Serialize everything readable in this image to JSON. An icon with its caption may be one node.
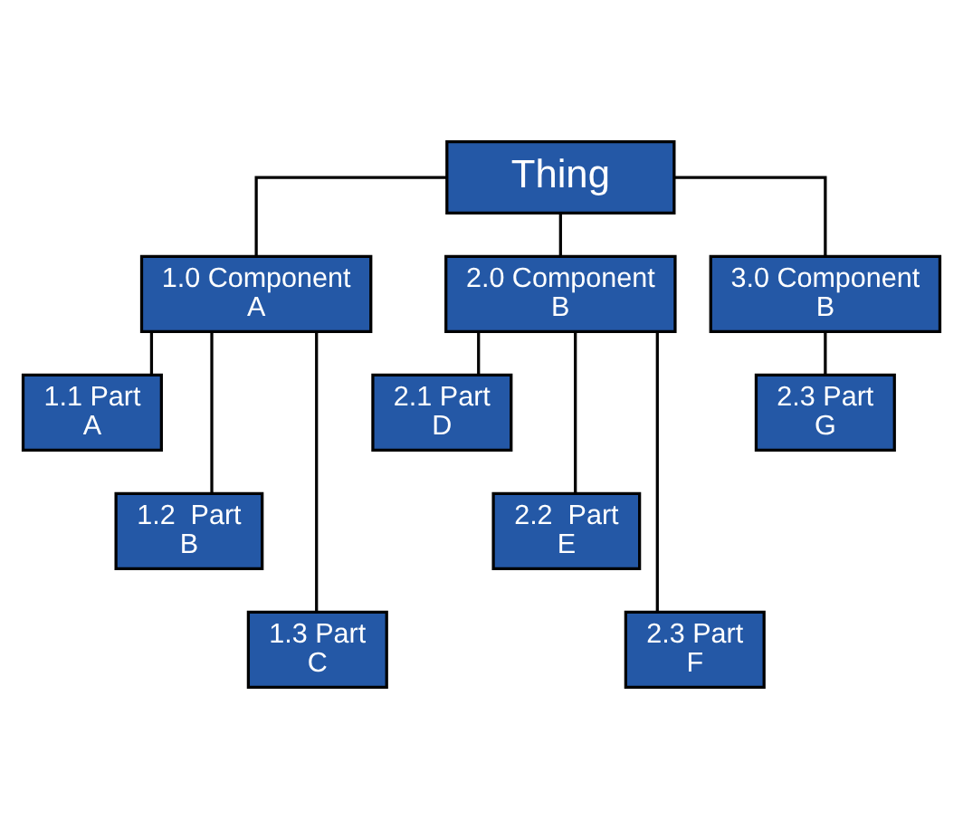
{
  "diagram": {
    "nodes": [
      {
        "text": [
          "Thing"
        ]
      },
      {
        "text": [
          "1.0 Component A"
        ]
      },
      {
        "text": [
          "2.0 Component B"
        ]
      },
      {
        "text": [
          "3.0 Component B"
        ]
      },
      {
        "text": [
          "1.1 Part A"
        ]
      },
      {
        "text": [
          "1.2  Part B"
        ]
      },
      {
        "text": [
          "1.3 Part C"
        ]
      },
      {
        "text": [
          "2.1 Part D"
        ]
      },
      {
        "text": [
          "2.2  Part E"
        ]
      },
      {
        "text": [
          "2.3 Part F"
        ]
      },
      {
        "text": [
          "2.3 Part G"
        ]
      }
    ],
    "edges": [
      {
        "from": 0,
        "to": 1,
        "arrow": "none"
      },
      {
        "from": 0,
        "to": 2,
        "arrow": "none"
      },
      {
        "from": 0,
        "to": 3,
        "arrow": "none"
      },
      {
        "from": 1,
        "to": 4,
        "arrow": "none"
      },
      {
        "from": 1,
        "to": 5,
        "arrow": "none"
      },
      {
        "from": 1,
        "to": 6,
        "arrow": "none"
      },
      {
        "from": 2,
        "to": 7,
        "arrow": "none"
      },
      {
        "from": 2,
        "to": 8,
        "arrow": "none"
      },
      {
        "from": 2,
        "to": 9,
        "arrow": "none"
      },
      {
        "from": 3,
        "to": 10,
        "arrow": "none"
      }
    ]
  }
}
